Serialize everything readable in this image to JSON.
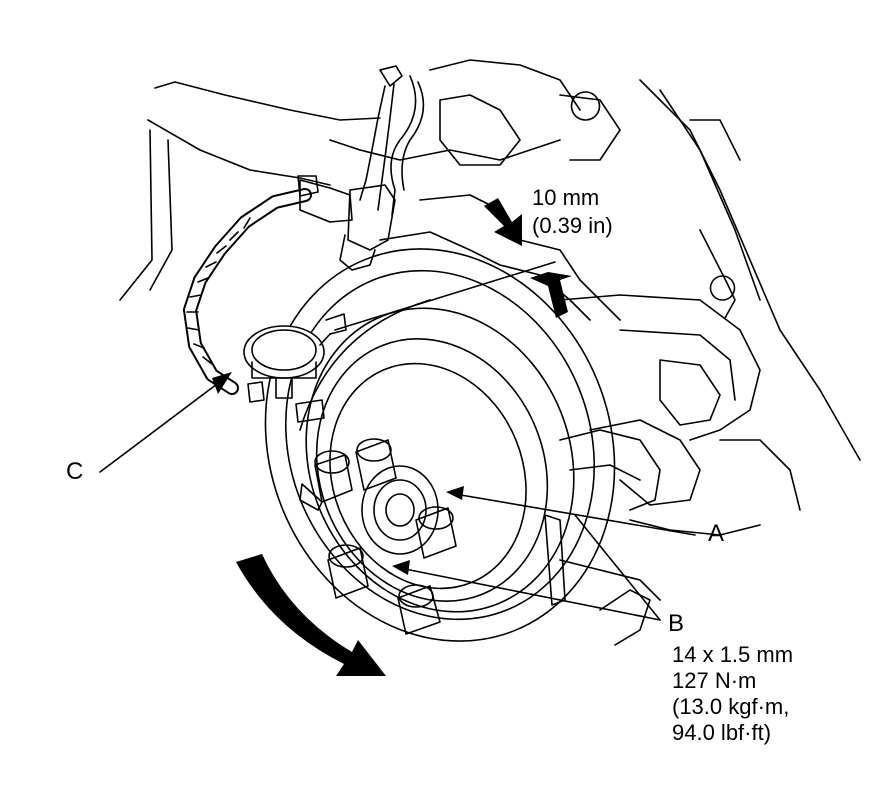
{
  "colors": {
    "line": "#000000",
    "background": "#ffffff"
  },
  "measurement": {
    "value": "10 mm",
    "imperial": "(0.39 in)"
  },
  "labels": {
    "a": "A",
    "b": "B",
    "c": "C"
  },
  "spec_b": {
    "size": "14 x 1.5 mm",
    "torque_nm": "127 N·m",
    "torque_kgfm": "(13.0 kgf·m,",
    "torque_lbfft": "94.0 lbf·ft)"
  }
}
